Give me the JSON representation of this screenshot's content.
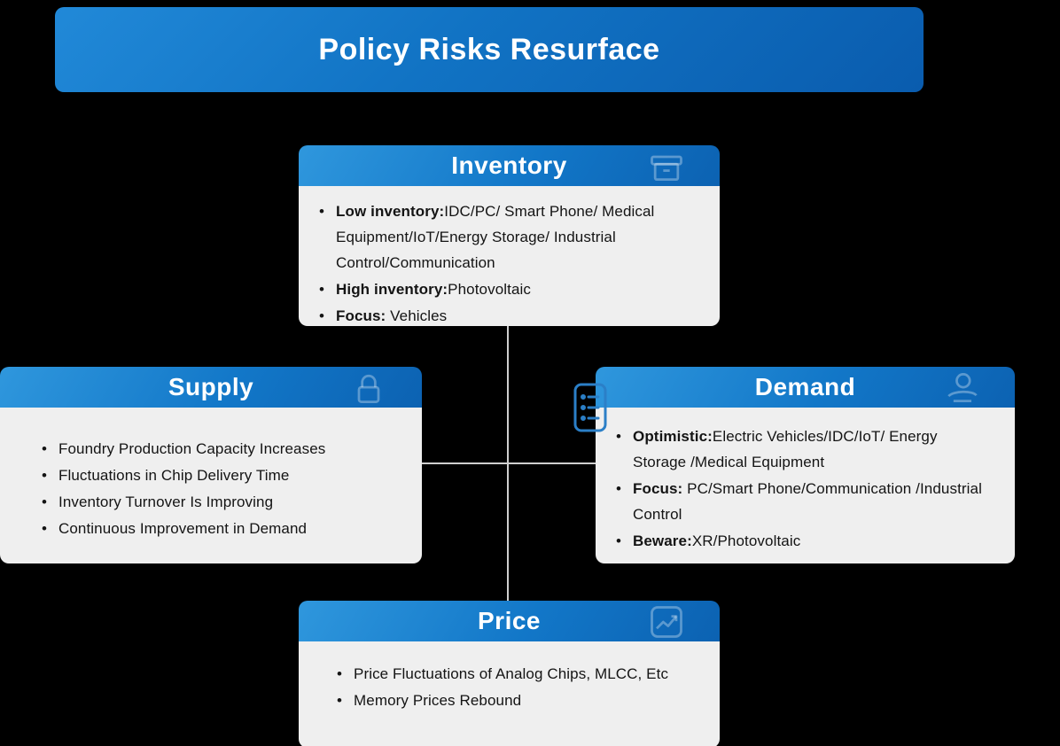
{
  "banner": {
    "title": "Policy Risks Resurface"
  },
  "cards": {
    "inventory": {
      "title": "Inventory",
      "icon": "box-icon",
      "items": [
        {
          "bold": "Low inventory:",
          "text": "IDC/PC/ Smart Phone/ Medical Equipment/IoT/Energy Storage/ Industrial Control/Communication"
        },
        {
          "bold": "High inventory:",
          "text": "Photovoltaic"
        },
        {
          "bold": "Focus:",
          "text": " Vehicles"
        }
      ]
    },
    "supply": {
      "title": "Supply",
      "icon": "lock-icon",
      "items": [
        {
          "bold": "",
          "text": "Foundry Production Capacity Increases"
        },
        {
          "bold": "",
          "text": "Fluctuations in Chip Delivery Time"
        },
        {
          "bold": "",
          "text": "Inventory Turnover Is Improving"
        },
        {
          "bold": "",
          "text": "Continuous Improvement in Demand"
        }
      ]
    },
    "demand": {
      "title": "Demand",
      "icon": "hand-coin-icon",
      "items": [
        {
          "bold": "Optimistic:",
          "text": "Electric Vehicles/IDC/IoT/ Energy Storage /Medical Equipment"
        },
        {
          "bold": "Focus:",
          "text": " PC/Smart Phone/Communication /Industrial Control"
        },
        {
          "bold": "Beware:",
          "text": "XR/Photovoltaic"
        }
      ]
    },
    "price": {
      "title": "Price",
      "icon": "chart-icon",
      "items": [
        {
          "bold": "",
          "text": "Price Fluctuations of Analog Chips, MLCC, Etc"
        },
        {
          "bold": "",
          "text": "Memory Prices Rebound"
        }
      ]
    }
  }
}
